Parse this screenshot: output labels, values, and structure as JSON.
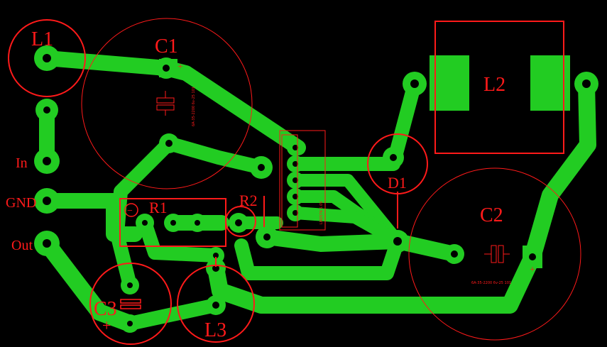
{
  "board": {
    "background": "#000000",
    "trace_color": "#22cc22",
    "silk_color": "#ff1a1a",
    "pad_hole_color": "#000000"
  },
  "labels": {
    "l1": "L1",
    "c1": "C1",
    "l2": "L2",
    "c2": "C2",
    "d1": "D1",
    "r1": "R1",
    "r2": "R2",
    "c3": "C3",
    "l3": "L3",
    "in": "In",
    "gnd": "GND",
    "out": "Out",
    "c1_plus": "+",
    "c2_plus": "+",
    "c3_plus": "+",
    "r1_minus": "−"
  },
  "part_notes": {
    "c1": "6A-35-2200 6v-25 101",
    "c2": "6A-35-2200 6v-25 101",
    "ic": "LM2576 5.0V"
  }
}
